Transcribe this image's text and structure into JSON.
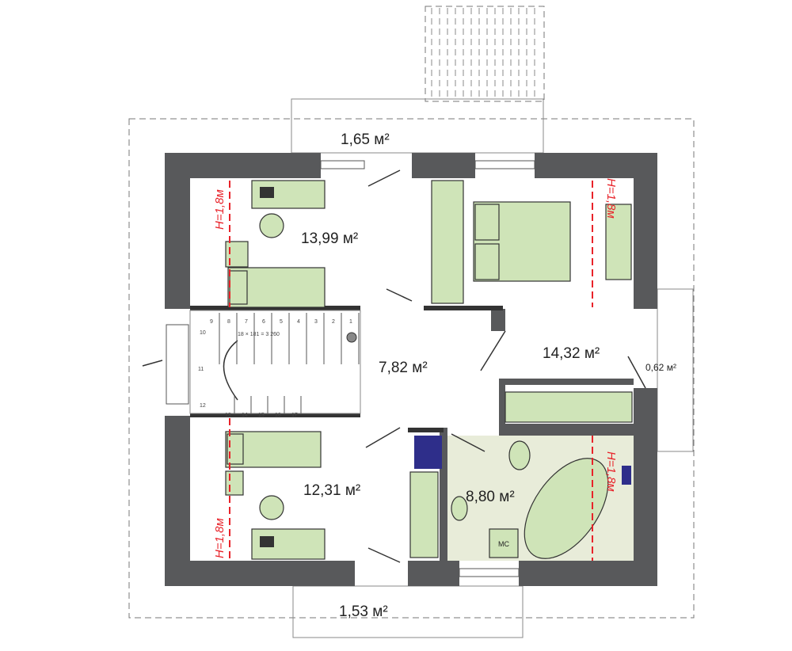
{
  "rooms": {
    "balcony_top": "1,65 м²",
    "bedroom_top_left": "13,99 м²",
    "hall": "7,82 м²",
    "bedroom_right": "14,32 м²",
    "balcony_right": "0,62 м²",
    "bedroom_bottom_left": "12,31 м²",
    "bathroom": "8,80 м²",
    "balcony_bottom": "1,53 м²"
  },
  "ceiling_marks": [
    "H=1,8м",
    "H=1,8м",
    "H=1,8м",
    "H=1,8м"
  ],
  "stairs": {
    "formula": "18 × 181 = 3 260",
    "steps": [
      "1",
      "2",
      "3",
      "4",
      "5",
      "6",
      "7",
      "8",
      "9",
      "10",
      "11",
      "12",
      "13",
      "14",
      "15",
      "16",
      "17"
    ]
  },
  "bathroom_fixture": "МС",
  "colors": {
    "wall": "#58595b",
    "furniture": "#cfe4b8",
    "ceiling_line": "#e8232a",
    "bath_floor": "#e8ecd9"
  }
}
